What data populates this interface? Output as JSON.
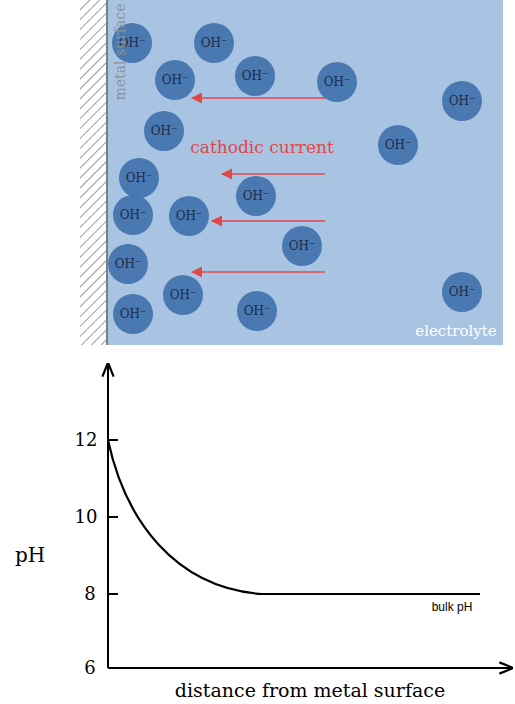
{
  "diagram": {
    "nodes": [
      {
        "text": [
          "OH⁻"
        ]
      },
      {
        "text": [
          "OH⁻"
        ]
      },
      {
        "text": [
          "OH⁻"
        ]
      },
      {
        "text": [
          "OH⁻"
        ]
      },
      {
        "text": [
          "OH⁻"
        ]
      },
      {
        "text": [
          "OH⁻"
        ]
      },
      {
        "text": [
          "OH⁻"
        ]
      },
      {
        "text": [
          "OH⁻"
        ]
      },
      {
        "text": [
          "OH⁻"
        ]
      },
      {
        "text": [
          "OH⁻"
        ]
      },
      {
        "text": [
          "OH⁻"
        ]
      },
      {
        "text": [
          "OH⁻"
        ]
      },
      {
        "text": [
          "OH⁻"
        ]
      },
      {
        "text": [
          "OH⁻"
        ]
      },
      {
        "text": [
          "OH⁻"
        ]
      },
      {
        "text": [
          "OH⁻"
        ]
      },
      {
        "text": [
          "OH⁻"
        ]
      },
      {
        "text": [
          "OH⁻"
        ]
      }
    ],
    "labels": [
      "metal surface",
      "cathodic current",
      "electrolyte",
      "12",
      "10",
      "8",
      "6",
      "pH",
      "bulk pH",
      "distance from metal surface"
    ]
  }
}
